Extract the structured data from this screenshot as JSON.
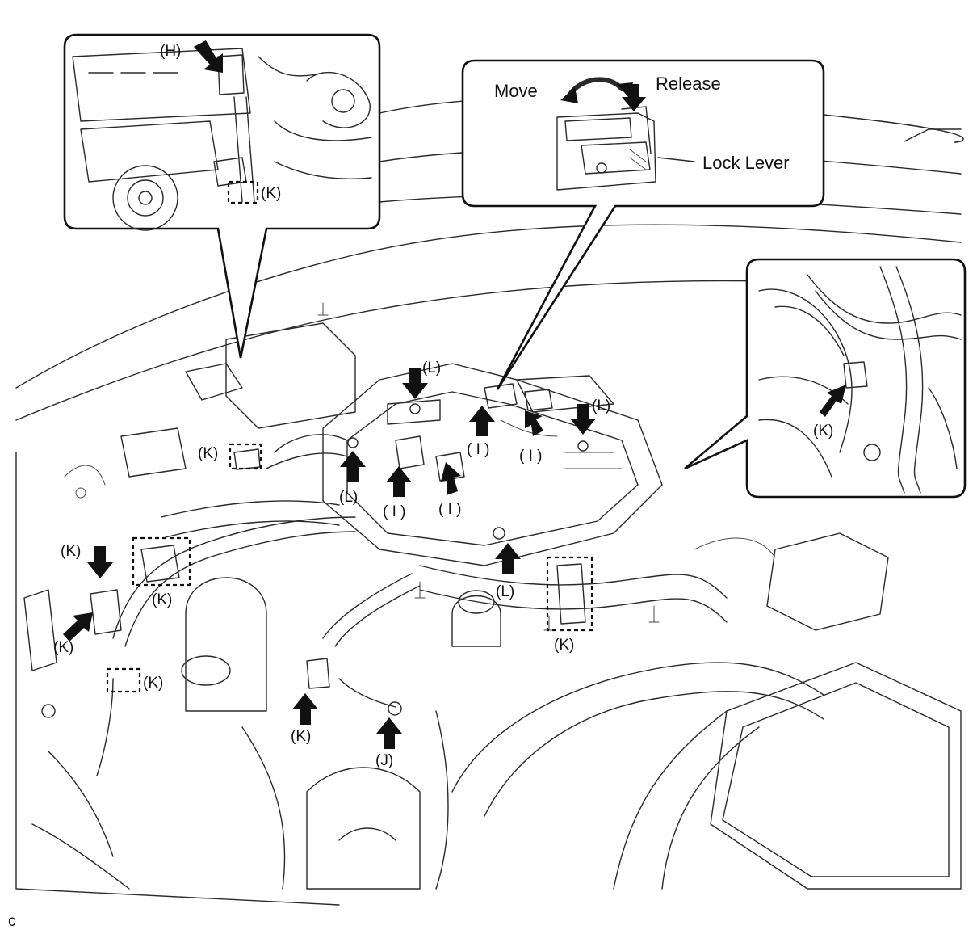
{
  "figure": {
    "corner_letter": "c"
  },
  "labels": {
    "H": "(H)",
    "I": "( I )",
    "J": "(J)",
    "K": "(K)",
    "L": "(L)"
  },
  "lock_detail": {
    "move": "Move",
    "release": "Release",
    "lock_lever": "Lock Lever"
  }
}
